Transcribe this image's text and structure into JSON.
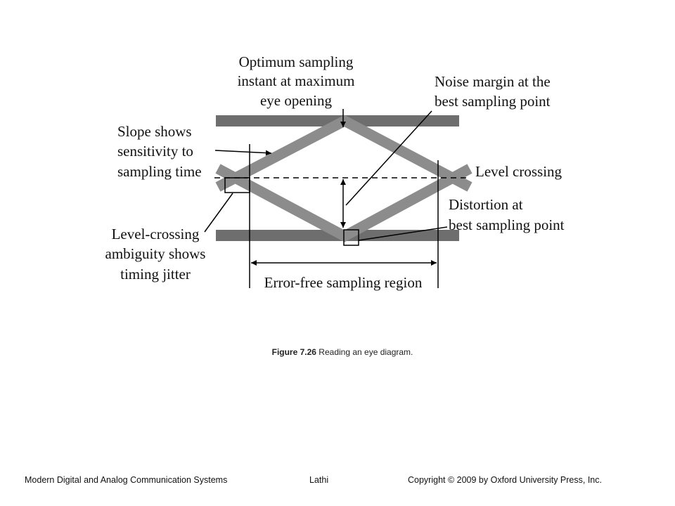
{
  "figure": {
    "labels": {
      "optimum_sampling": [
        "Optimum sampling",
        "instant at maximum",
        "eye opening"
      ],
      "noise_margin": [
        "Noise margin at the",
        "best sampling point"
      ],
      "slope": [
        "Slope shows",
        "sensitivity to",
        "sampling time"
      ],
      "level_crossing": "Level crossing",
      "distortion": [
        "Distortion at",
        "best sampling point"
      ],
      "ambiguity": [
        "Level-crossing",
        "ambiguity shows",
        "timing jitter"
      ],
      "error_free": "Error-free sampling region"
    }
  },
  "caption": {
    "number": "Figure 7.26",
    "text": " Reading an eye diagram."
  },
  "footer": {
    "left": "Modern Digital and Analog Communication Systems",
    "center": "Lathi",
    "right": "Copyright © 2009 by Oxford University Press, Inc."
  },
  "colors": {
    "level_bar": "#6e6e6e",
    "eye_trace": "#8c8c8c",
    "annotation": "#000000"
  }
}
